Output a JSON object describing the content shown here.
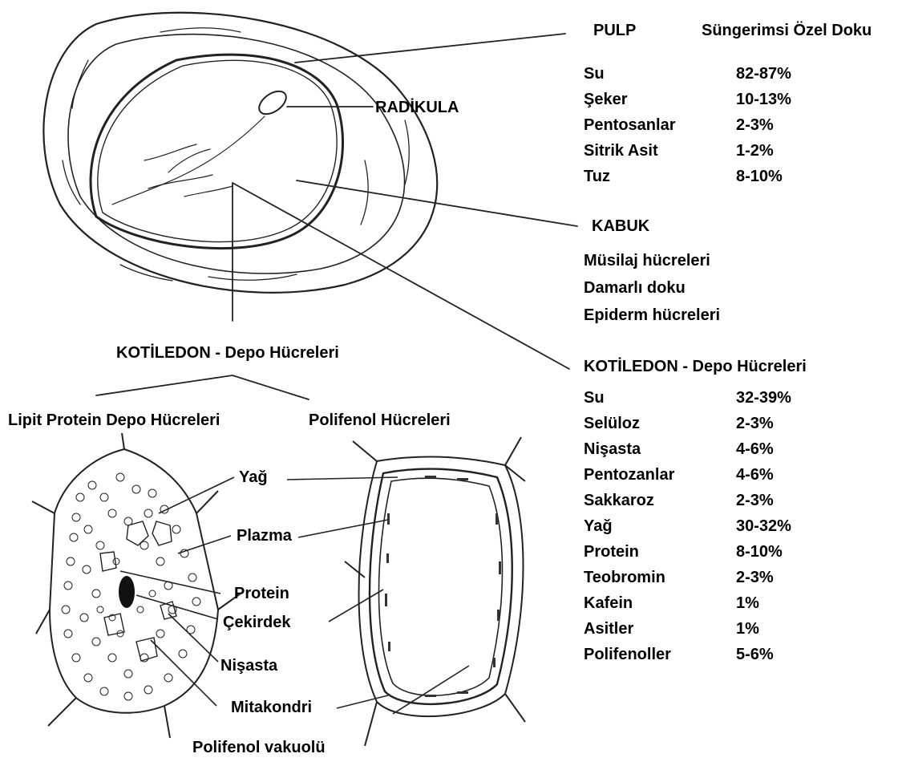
{
  "pulp": {
    "title": "PULP",
    "subtitle": "Süngerimsi Özel Doku",
    "items": [
      {
        "name": "Su",
        "value": "82-87%"
      },
      {
        "name": "Şeker",
        "value": "10-13%"
      },
      {
        "name": "Pentosanlar",
        "value": "2-3%"
      },
      {
        "name": "Sitrik Asit",
        "value": "1-2%"
      },
      {
        "name": "Tuz",
        "value": "8-10%"
      }
    ]
  },
  "radikula": "RADİKULA",
  "kabuk": {
    "title": "KABUK",
    "items": [
      "Müsilaj hücreleri",
      "Damarlı doku",
      "Epiderm hücreleri"
    ]
  },
  "kotiledon_right": {
    "title": "KOTİLEDON - Depo Hücreleri",
    "items": [
      {
        "name": "Su",
        "value": "32-39%"
      },
      {
        "name": "Selüloz",
        "value": "2-3%"
      },
      {
        "name": "Nişasta",
        "value": "4-6%"
      },
      {
        "name": "Pentozanlar",
        "value": "4-6%"
      },
      {
        "name": "Sakkaroz",
        "value": "2-3%"
      },
      {
        "name": "Yağ",
        "value": "30-32%"
      },
      {
        "name": "Protein",
        "value": "8-10%"
      },
      {
        "name": "Teobromin",
        "value": "2-3%"
      },
      {
        "name": "Kafein",
        "value": "1%"
      },
      {
        "name": "Asitler",
        "value": "1%"
      },
      {
        "name": "Polifenoller",
        "value": "5-6%"
      }
    ]
  },
  "kotiledon_center": "KOTİLEDON - Depo Hücreleri",
  "left_cell_title": "Lipit Protein Depo Hücreleri",
  "right_cell_title": "Polifenol Hücreleri",
  "cell_labels": {
    "yag": "Yağ",
    "plazma": "Plazma",
    "protein": "Protein",
    "cekirdek": "Çekirdek",
    "nisasta": "Nişasta",
    "mitakondri": "Mitakondri",
    "vakuol": "Polifenol vakuolü"
  }
}
